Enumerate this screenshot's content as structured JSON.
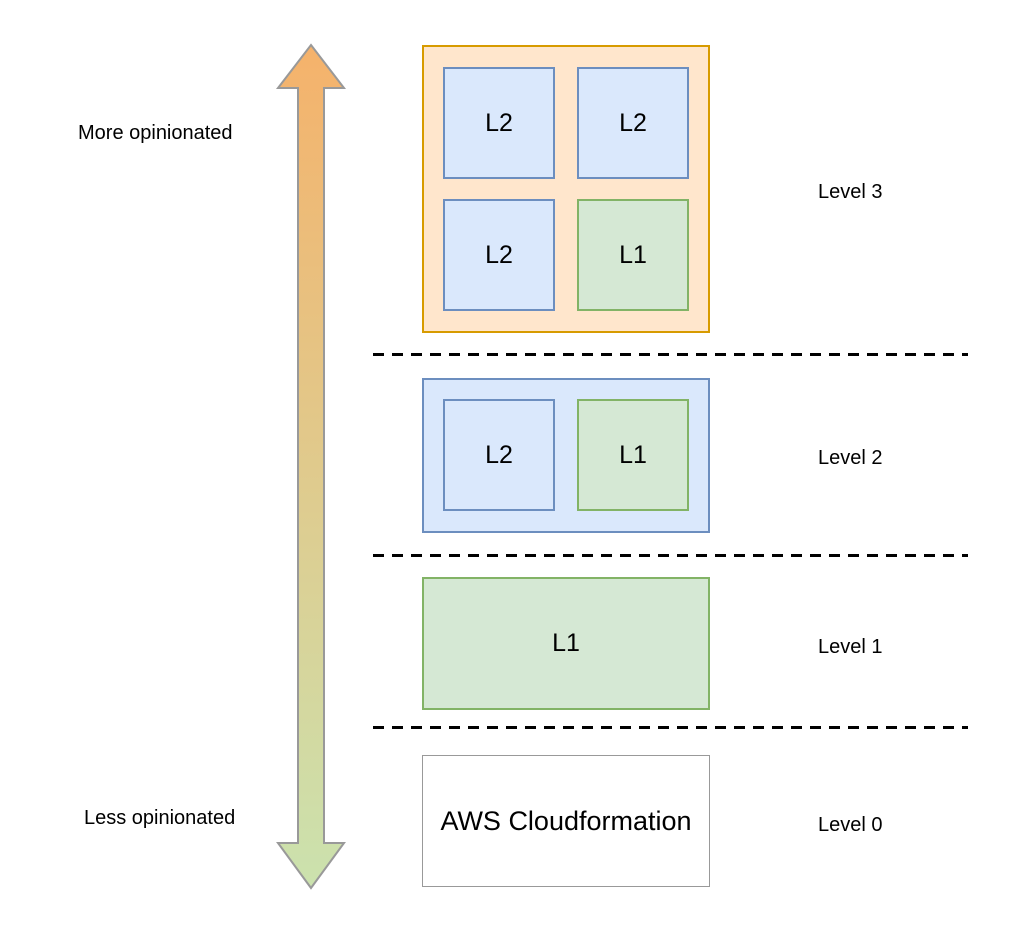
{
  "axis": {
    "top_label": "More opinionated",
    "bottom_label": "Less opinionated"
  },
  "levels": {
    "l3": {
      "label": "Level 3",
      "boxes": [
        "L2",
        "L2",
        "L2",
        "L1"
      ]
    },
    "l2": {
      "label": "Level 2",
      "boxes": [
        "L2",
        "L1"
      ]
    },
    "l1": {
      "label": "Level 1",
      "box": "L1"
    },
    "l0": {
      "label": "Level 0",
      "box": "AWS Cloudformation"
    }
  },
  "colors": {
    "orange_fill": "#FFE6CC",
    "orange_border": "#D79B00",
    "blue_fill": "#DAE8FC",
    "blue_border": "#6C8EBF",
    "green_fill": "#D5E8D4",
    "green_border": "#82B366",
    "neutral_border": "#999999",
    "divider_color": "#000000",
    "arrow_gradient_top": "#F5B26B",
    "arrow_gradient_bottom": "#CBE2AE",
    "arrow_outline": "#999999"
  }
}
